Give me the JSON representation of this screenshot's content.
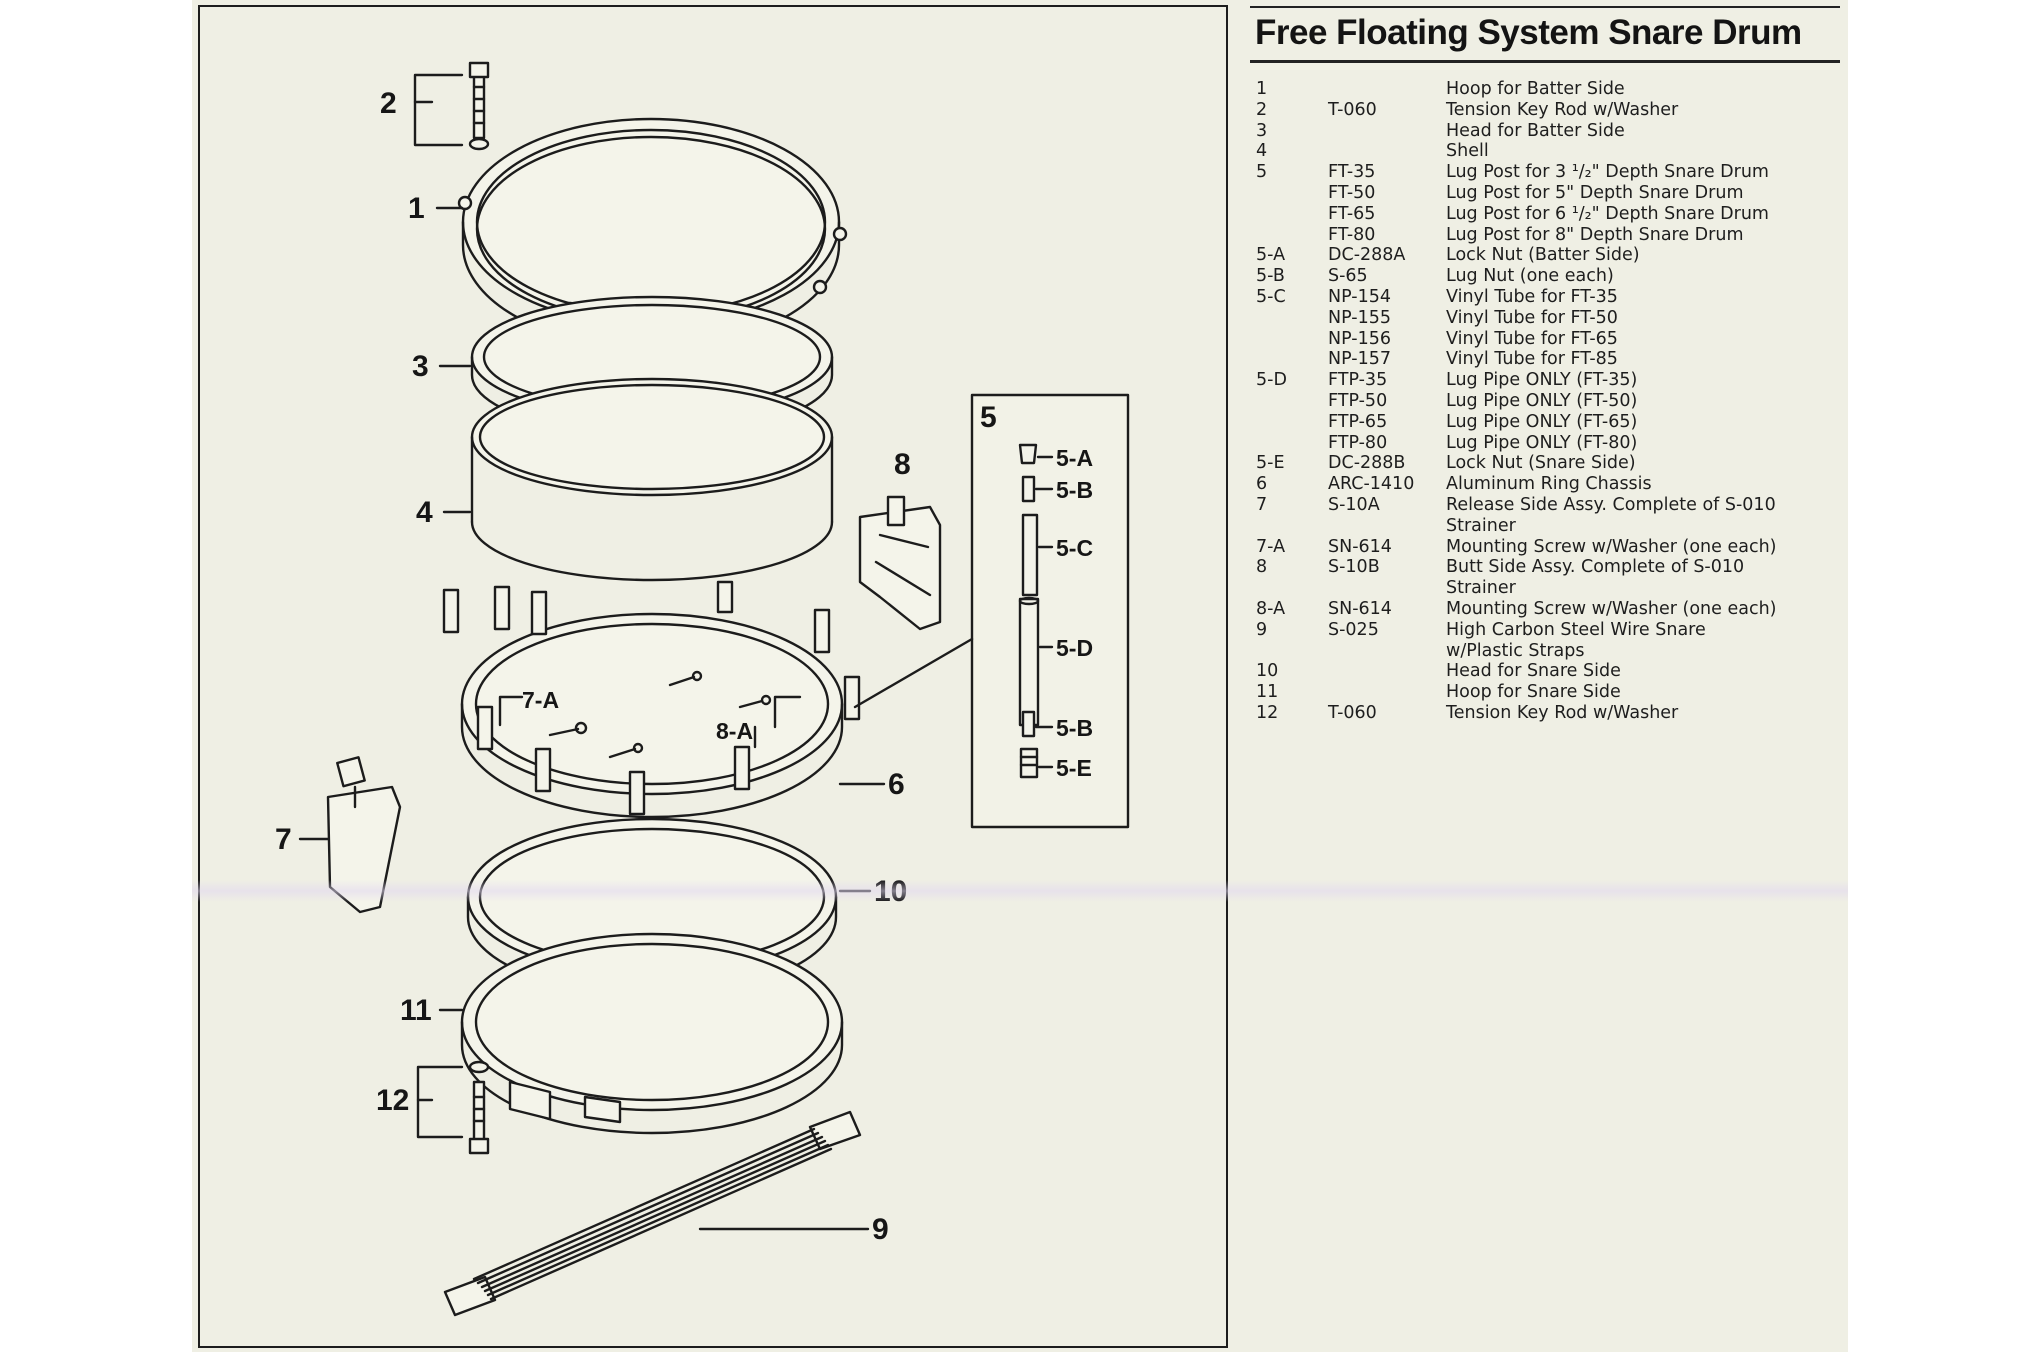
{
  "title": "Free Floating System Snare Drum",
  "callouts": {
    "c1": "1",
    "c2": "2",
    "c3": "3",
    "c4": "4",
    "c5": "5",
    "c6": "6",
    "c7": "7",
    "c8": "8",
    "c9": "9",
    "c10": "10",
    "c11": "11",
    "c12": "12",
    "c7a": "7-A",
    "c8a": "8-A",
    "c5a": "5-A",
    "c5b_top": "5-B",
    "c5c": "5-C",
    "c5d": "5-D",
    "c5b_bottom": "5-B",
    "c5e": "5-E"
  },
  "parts": [
    {
      "no": "1",
      "code": "",
      "desc": "Hoop for Batter Side"
    },
    {
      "no": "2",
      "code": "T-060",
      "desc": "Tension Key Rod w/Washer"
    },
    {
      "no": "3",
      "code": "",
      "desc": "Head for Batter Side"
    },
    {
      "no": "4",
      "code": "",
      "desc": "Shell"
    },
    {
      "no": "5",
      "code": "FT-35",
      "desc": "Lug Post for 3 ¹/₂\" Depth Snare Drum"
    },
    {
      "no": "",
      "code": "FT-50",
      "desc": "Lug Post for 5\" Depth Snare Drum"
    },
    {
      "no": "",
      "code": "FT-65",
      "desc": "Lug Post for 6 ¹/₂\" Depth Snare Drum"
    },
    {
      "no": "",
      "code": "FT-80",
      "desc": "Lug Post for 8\" Depth Snare Drum"
    },
    {
      "no": "5-A",
      "code": "DC-288A",
      "desc": "Lock Nut (Batter Side)"
    },
    {
      "no": "5-B",
      "code": "S-65",
      "desc": "Lug Nut (one each)"
    },
    {
      "no": "5-C",
      "code": "NP-154",
      "desc": "Vinyl Tube for FT-35"
    },
    {
      "no": "",
      "code": "NP-155",
      "desc": "Vinyl Tube for FT-50"
    },
    {
      "no": "",
      "code": "NP-156",
      "desc": "Vinyl Tube for FT-65"
    },
    {
      "no": "",
      "code": "NP-157",
      "desc": "Vinyl Tube for FT-85"
    },
    {
      "no": "5-D",
      "code": "FTP-35",
      "desc": "Lug Pipe ONLY (FT-35)"
    },
    {
      "no": "",
      "code": "FTP-50",
      "desc": "Lug Pipe ONLY (FT-50)"
    },
    {
      "no": "",
      "code": "FTP-65",
      "desc": "Lug Pipe ONLY (FT-65)"
    },
    {
      "no": "",
      "code": "FTP-80",
      "desc": "Lug Pipe ONLY (FT-80)"
    },
    {
      "no": "5-E",
      "code": "DC-288B",
      "desc": "Lock Nut (Snare Side)"
    },
    {
      "no": "6",
      "code": "ARC-1410",
      "desc": "Aluminum Ring Chassis"
    },
    {
      "no": "7",
      "code": "S-10A",
      "desc": "Release Side Assy. Complete of S-010"
    },
    {
      "no": "",
      "code": "",
      "desc": "Strainer"
    },
    {
      "no": "7-A",
      "code": "SN-614",
      "desc": "Mounting Screw w/Washer (one each)"
    },
    {
      "no": "8",
      "code": "S-10B",
      "desc": "Butt Side Assy. Complete of S-010"
    },
    {
      "no": "",
      "code": "",
      "desc": "Strainer"
    },
    {
      "no": "8-A",
      "code": "SN-614",
      "desc": "Mounting Screw w/Washer (one each)"
    },
    {
      "no": "9",
      "code": "S-025",
      "desc": "High Carbon Steel Wire Snare"
    },
    {
      "no": "",
      "code": "",
      "desc": "w/Plastic Straps"
    },
    {
      "no": "10",
      "code": "",
      "desc": "Head for Snare Side"
    },
    {
      "no": "11",
      "code": "",
      "desc": "Hoop for Snare Side"
    },
    {
      "no": "12",
      "code": "T-060",
      "desc": "Tension Key Rod w/Washer"
    }
  ],
  "colors": {
    "paper": "#efefe4",
    "ink": "#1a1a1a"
  }
}
